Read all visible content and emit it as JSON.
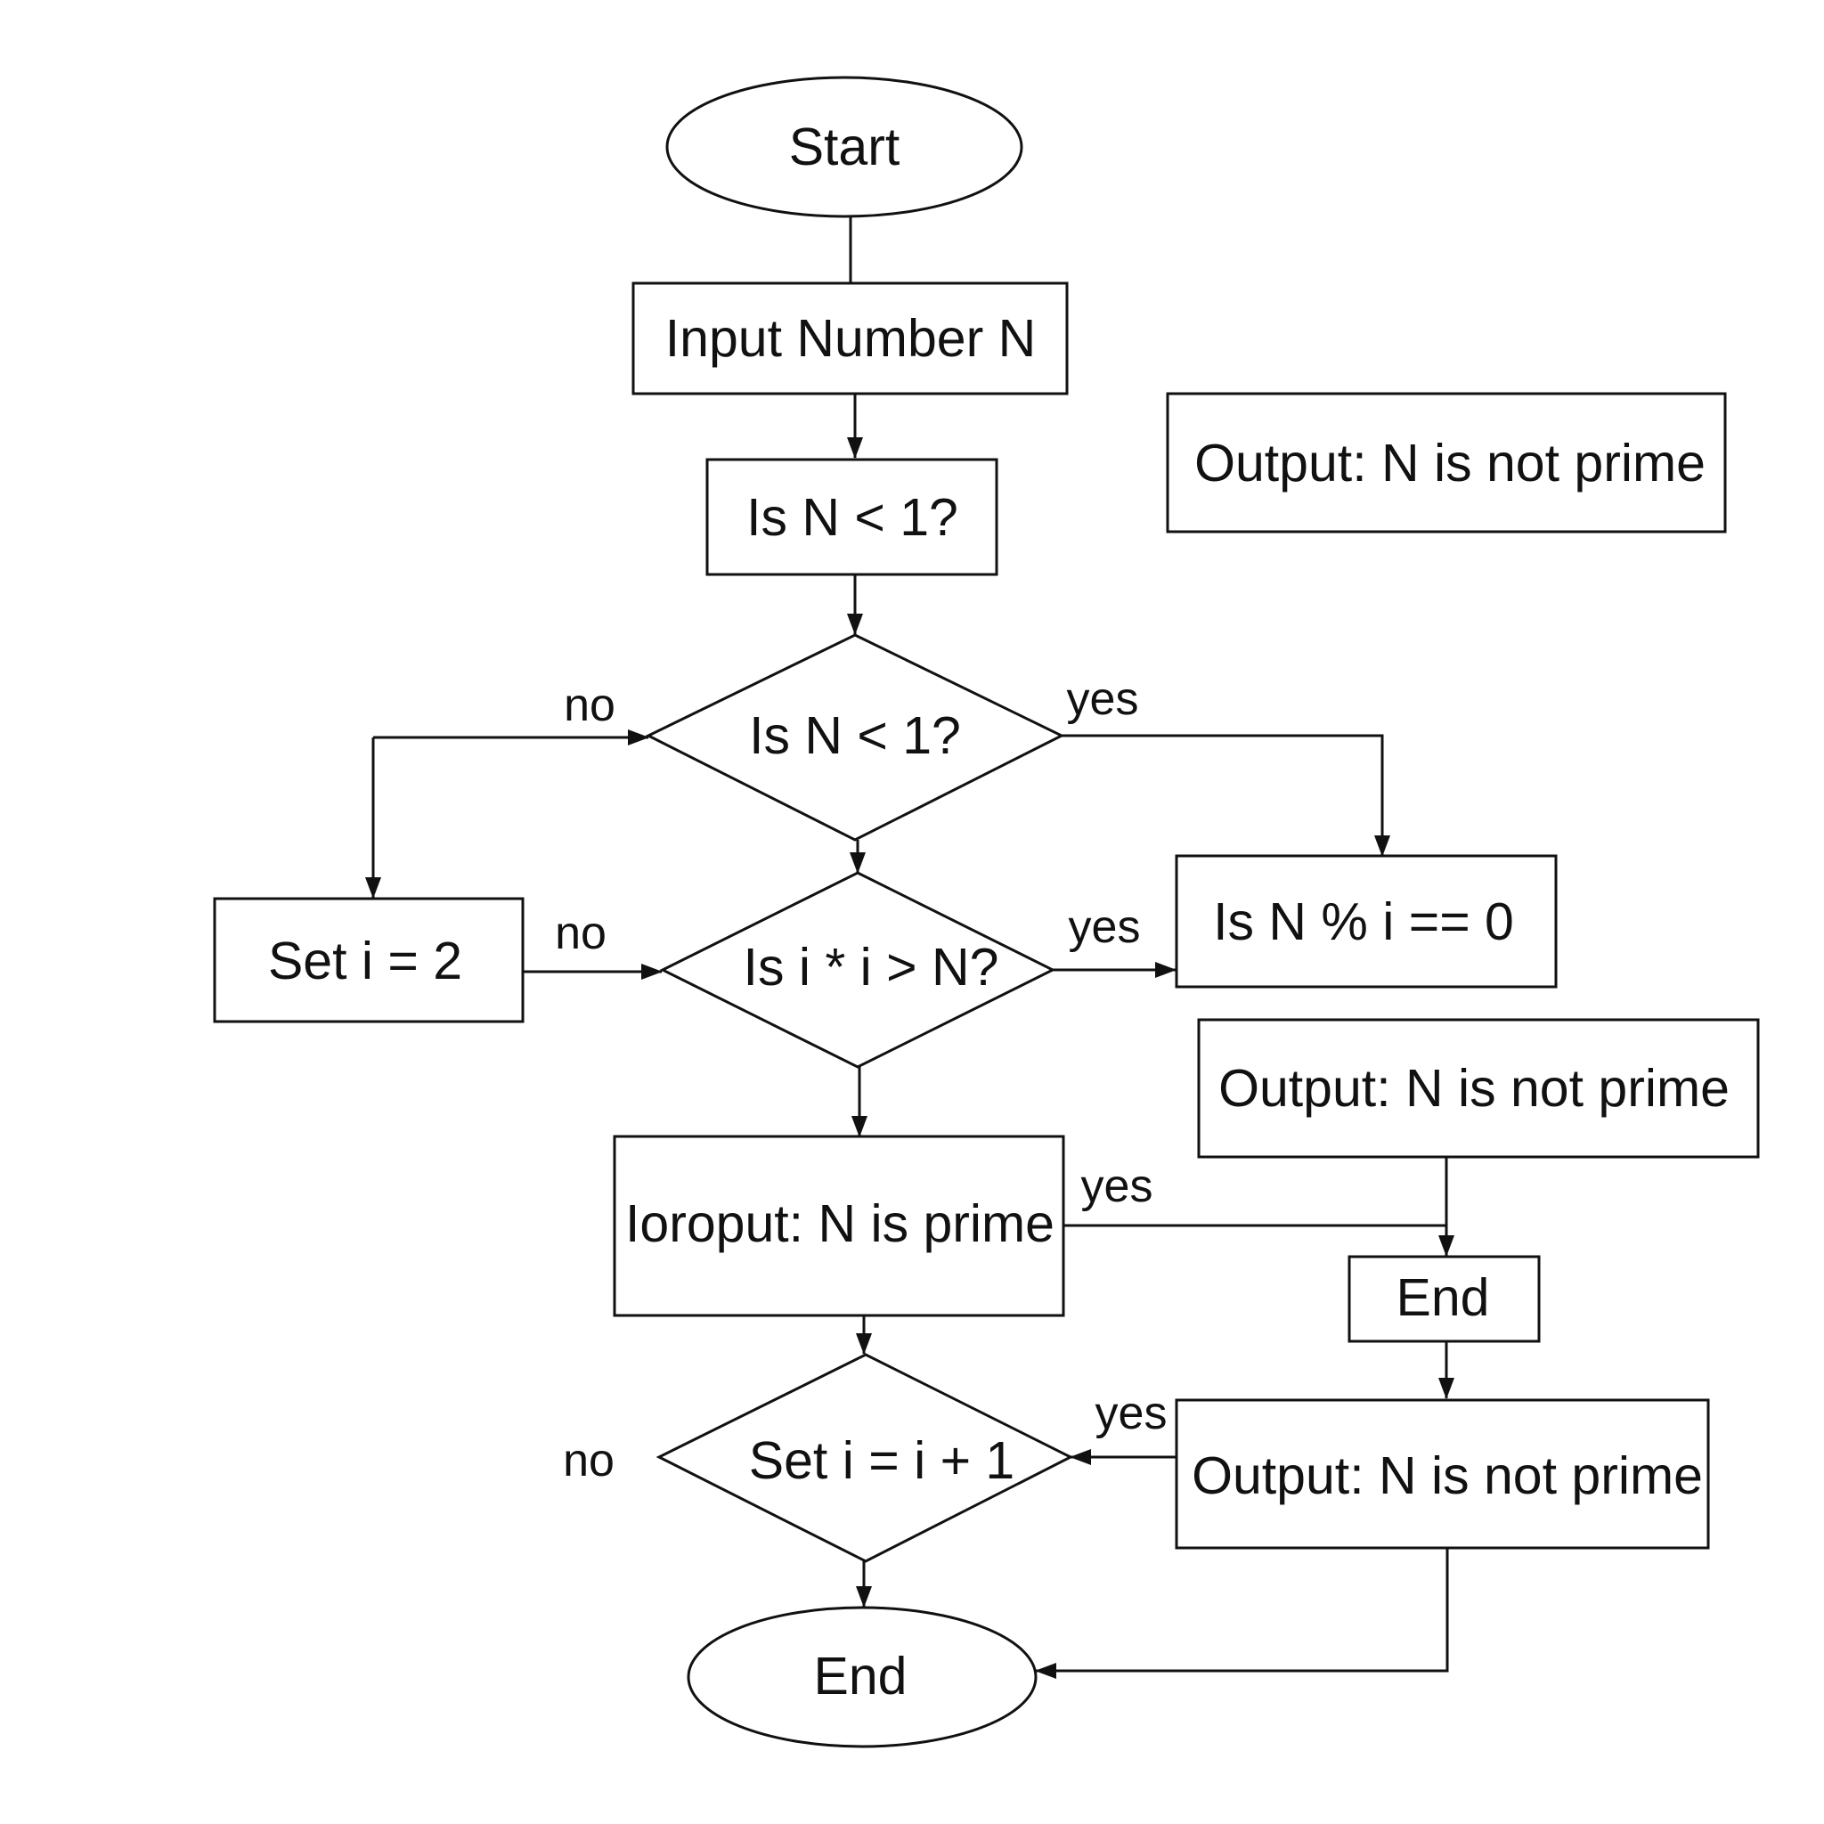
{
  "diagram": {
    "nodes": {
      "start": "Start",
      "input": "Input Number N",
      "check_box": "Is N < 1?",
      "check_diamond": "Is N < 1?",
      "set_i": "Set i = 2",
      "loop_check": "Is i * i > N?",
      "mod_check": "Is N % i == 0",
      "output_top": "Output: N is not prime",
      "output_mid": "Output: N is not prime",
      "output_prime": "Ioroput: N is prime",
      "end_small": "End",
      "increment": "Set i = i + 1",
      "output_bottom": "Output: N is not prime",
      "end": "End"
    },
    "edge_labels": {
      "no_1": "no",
      "yes_1": "yes",
      "no_2": "no",
      "yes_2": "yes",
      "yes_3": "yes",
      "yes_4": "yes",
      "no_3": "no"
    }
  }
}
